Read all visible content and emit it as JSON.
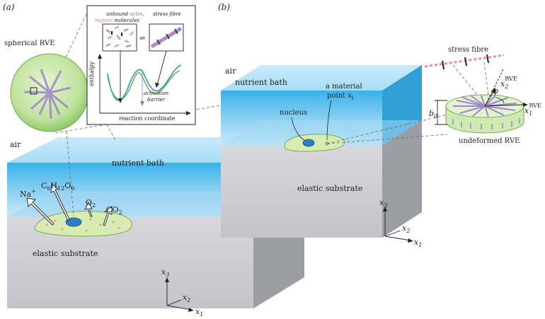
{
  "panel_a": {
    "label": "(a)",
    "spherical_rve": "spherical RVE",
    "air": "air",
    "nutrient_bath": "nutrient bath",
    "elastic_substrate": "elastic substrate",
    "ions": {
      "na": "Na",
      "na_sup": "+",
      "glucose": "C",
      "glucose_sub1": "6",
      "glucose_h": "H",
      "glucose_sub2": "12",
      "glucose_o": "O",
      "glucose_sub3": "6",
      "o2": "O",
      "o2_sub": "2",
      "co2": "CO",
      "co2_sub": "2"
    },
    "inset": {
      "unbound_line1_a": "unbound ",
      "unbound_line1_b": "actin",
      "unbound_line1_c": ",",
      "unbound_line2_a": "myosin",
      "unbound_line2_b": " molecules",
      "stress_fibre": "stress fibre",
      "enthalpy": "enthalpy",
      "activation_1": "activation",
      "activation_2": "barrier",
      "reaction_coordinate": "reaction coordinate",
      "equilibrium_symbol": "⇌"
    },
    "axes": {
      "x3": "x",
      "x3_sub": "3",
      "x2": "x",
      "x2_sub": "2",
      "x1": "x",
      "x1_sub": "1"
    }
  },
  "panel_b": {
    "label": "(b)",
    "air": "air",
    "nutrient_bath": "nutrient bath",
    "elastic_substrate": "elastic substrate",
    "nucleus": "nucleus",
    "material_point_1": "a material",
    "material_point_2": "point ",
    "material_point_x": "x",
    "material_point_sub": "i",
    "stress_fibre": "stress fibre",
    "undeformed_rve": "undeformed RVE",
    "phi": "φ",
    "b0": "b",
    "b0_sub": "0",
    "x1_rve": "x",
    "x1_rve_sub": "1",
    "x1_rve_sup": "RVE",
    "x2_rve": "x",
    "x2_rve_sub": "2",
    "x2_rve_sup": "RVE",
    "axes": {
      "x3": "x",
      "x3_sub": "3",
      "x2": "x",
      "x2_sub": "2",
      "x1": "x",
      "x1_sub": "1"
    }
  },
  "colors": {
    "bath_front": "#3fb6ec",
    "bath_front_light": "#d6f0fc",
    "bath_top": "#b9e4f8",
    "bath_side": "#2e9fd6",
    "substrate_front": "#c9c9cf",
    "substrate_side": "#9a9aa3",
    "cell": "#d6ecb2",
    "nucleus": "#2d7fc0",
    "rve_fill": "#c8e8a8",
    "fibre": "#9b87c9",
    "pink": "#e88e9e"
  }
}
